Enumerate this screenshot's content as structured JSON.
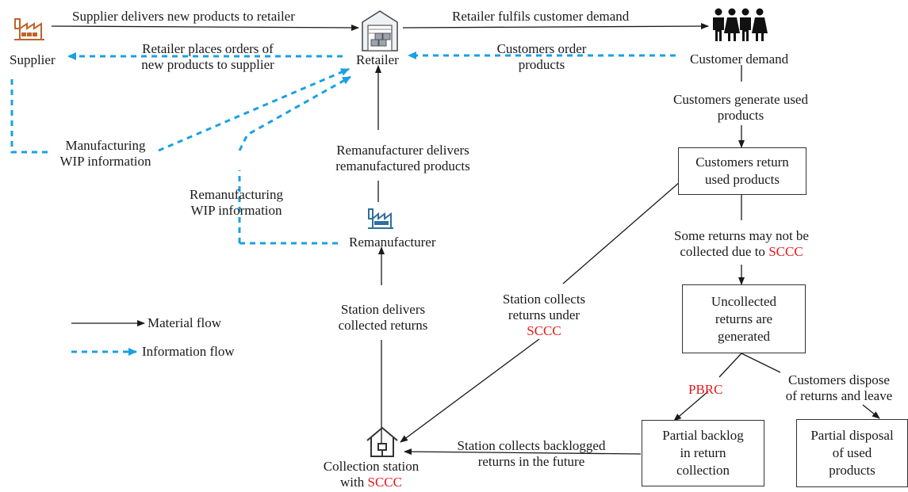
{
  "nodes": {
    "supplier": "Supplier",
    "retailer": "Retailer",
    "customer_demand": "Customer demand",
    "remanufacturer": "Remanufacturer",
    "collection_station_line1": "Collection station",
    "collection_station_line2_prefix": "with ",
    "collection_station_sccc": "SCCC",
    "box_customers_return": "Customers return\nused products",
    "box_uncollected": "Uncollected\nreturns are\ngenerated",
    "box_partial_backlog": "Partial backlog\nin return\ncollection",
    "box_partial_disposal": "Partial disposal\nof used\nproducts"
  },
  "labels": {
    "supplier_delivers": "Supplier delivers new products to retailer",
    "retailer_fulfils": "Retailer fulfils customer demand",
    "retailer_orders_l1": "Retailer places orders of",
    "retailer_orders_l2": "new products to supplier",
    "customers_order_l1": "Customers order",
    "customers_order_l2": "products",
    "customers_generate_l1": "Customers generate used",
    "customers_generate_l2": "products",
    "manufacturing_wip_l1": "Manufacturing",
    "manufacturing_wip_l2": "WIP information",
    "reman_delivers_l1": "Remanufacturer delivers",
    "reman_delivers_l2": "remanufactured products",
    "reman_wip_l1": "Remanufacturing",
    "reman_wip_l2": "WIP information",
    "some_returns_l1": "Some returns may not be",
    "some_returns_l2_prefix": "collected due to ",
    "some_returns_sccc": "SCCC",
    "station_collects_l1": "Station collects",
    "station_collects_l2": "returns under",
    "station_collects_sccc": "SCCC",
    "station_delivers_l1": "Station delivers",
    "station_delivers_l2": "collected returns",
    "pbrc": "PBRC",
    "customers_dispose_l1": "Customers dispose",
    "customers_dispose_l2": "of returns and leave",
    "station_backlogged_l1": "Station collects backlogged",
    "station_backlogged_l2": "returns in the future"
  },
  "legend": {
    "material_flow": "Material flow",
    "information_flow": "Information flow"
  },
  "colors": {
    "line": "#1a1a1a",
    "info_flow": "#1ba1e2",
    "highlight": "#e8191c",
    "factory_supplier": "#c0622b",
    "factory_reman": "#2f6f9a"
  },
  "icons": [
    "factory-icon",
    "warehouse-icon",
    "people-icon",
    "house-icon"
  ]
}
